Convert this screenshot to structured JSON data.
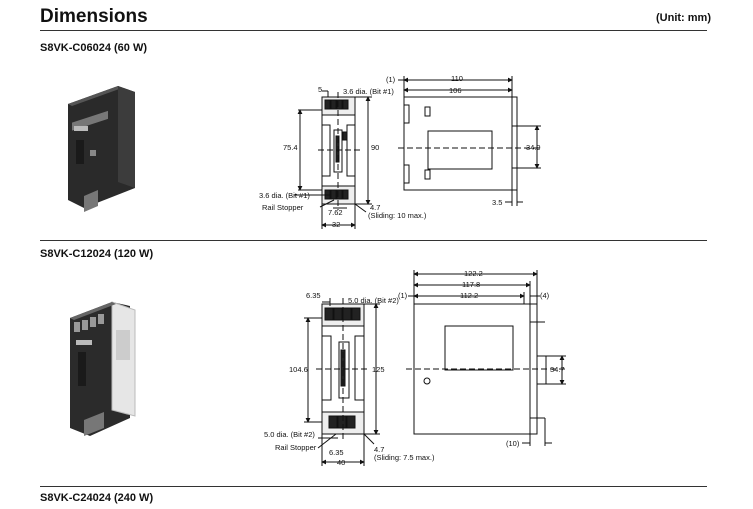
{
  "header": {
    "title": "Dimensions",
    "unit": "(Unit: mm)"
  },
  "sections": [
    {
      "model": "S8VK-C06024 (60 W)",
      "front_view": {
        "top_width": "5",
        "top_hole": "3.6 dia. (Bit #1)",
        "height_inner": "75.4",
        "height_total": "90",
        "bottom_hole": "3.6 dia. (Bit #1)",
        "rail_stopper": "Rail Stopper",
        "rail_offset": "7.62",
        "width": "32",
        "sliding_value": "4.7",
        "sliding_note": "(Sliding: 10 max.)"
      },
      "side_view": {
        "note_marker": "(1)",
        "depth_total": "110",
        "depth_body": "106",
        "rail_height": "34.9",
        "rail_depth": "3.5"
      }
    },
    {
      "model": "S8VK-C12024 (120 W)",
      "front_view": {
        "top_width": "6.35",
        "top_hole": "5.0 dia. (Bit #2)",
        "height_inner": "104.6",
        "height_total": "125",
        "bottom_hole": "5.0 dia. (Bit #2)",
        "rail_stopper": "Rail Stopper",
        "rail_offset": "6.35",
        "width": "40",
        "sliding_value": "4.7",
        "sliding_note": "(Sliding: 7.5 max.)"
      },
      "side_view": {
        "note_marker_left": "(1)",
        "note_marker_right": "(4)",
        "note_marker_bottom": "(10)",
        "depth_total": "122.2",
        "depth_mid": "117.8",
        "depth_body": "112.2",
        "rail_height": "34.7"
      }
    },
    {
      "model": "S8VK-C24024 (240 W)"
    }
  ]
}
